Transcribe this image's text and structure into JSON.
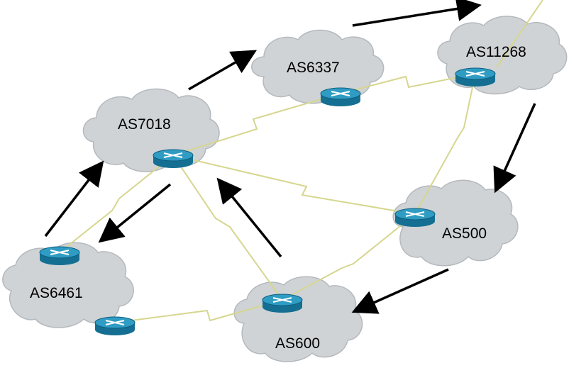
{
  "colors": {
    "cloud_fill": "#cfd3d6",
    "cloud_stroke": "#b4b9bd",
    "link": "#d6d68f",
    "arrow": "#000000",
    "router_body": "#1d7fa6",
    "router_top": "#2f9cc3"
  },
  "nodes": [
    {
      "id": "as7018",
      "label": "AS7018"
    },
    {
      "id": "as6337",
      "label": "AS6337"
    },
    {
      "id": "as11268",
      "label": "AS11268"
    },
    {
      "id": "as500",
      "label": "AS500"
    },
    {
      "id": "as600",
      "label": "AS600"
    },
    {
      "id": "as6461",
      "label": "AS6461"
    }
  ],
  "links": [
    {
      "from": "as7018",
      "to": "as6337"
    },
    {
      "from": "as6337",
      "to": "as11268"
    },
    {
      "from": "as7018",
      "to": "as500"
    },
    {
      "from": "as7018",
      "to": "as6461"
    },
    {
      "from": "as7018",
      "to": "as600"
    },
    {
      "from": "as11268",
      "to": "as500"
    },
    {
      "from": "as500",
      "to": "as600"
    },
    {
      "from": "as6461",
      "to": "as600"
    },
    {
      "from": "as11268",
      "to": "external"
    }
  ],
  "arrows": [
    {
      "from": "as7018",
      "to": "as6337"
    },
    {
      "from": "as6337",
      "to": "as11268"
    },
    {
      "from": "as11268",
      "to": "as500"
    },
    {
      "from": "as500",
      "to": "as600"
    },
    {
      "from": "as600",
      "to": "as7018"
    },
    {
      "from": "as6461",
      "to": "as7018"
    },
    {
      "from": "as7018",
      "to": "as6461"
    }
  ]
}
